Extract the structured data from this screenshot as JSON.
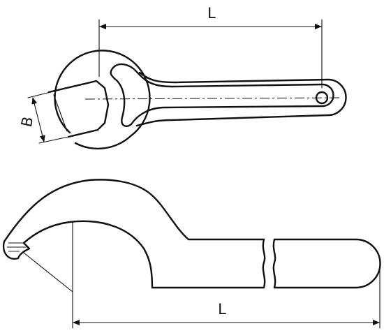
{
  "labels": {
    "top_length": "L",
    "width": "B",
    "bottom_length": "L"
  }
}
